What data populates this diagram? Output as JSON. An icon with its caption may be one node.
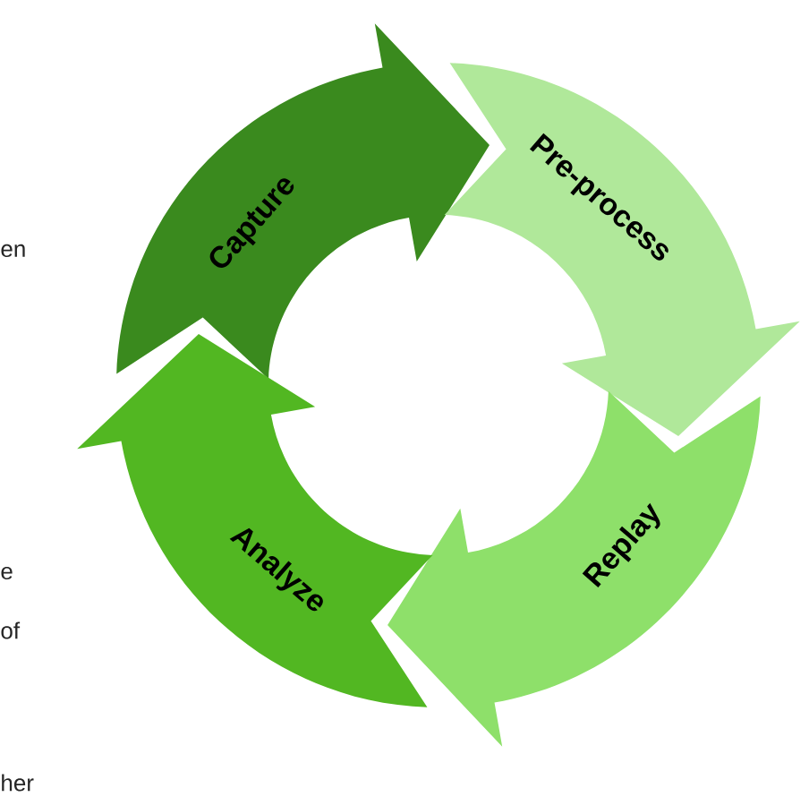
{
  "diagram": {
    "nodes": [
      {
        "text": [
          "Capture"
        ]
      },
      {
        "text": [
          "Pre-process"
        ]
      },
      {
        "text": [
          "Replay"
        ]
      },
      {
        "text": [
          "Analyze"
        ]
      }
    ],
    "labels": [
      "en",
      "e",
      "of",
      "her"
    ]
  }
}
